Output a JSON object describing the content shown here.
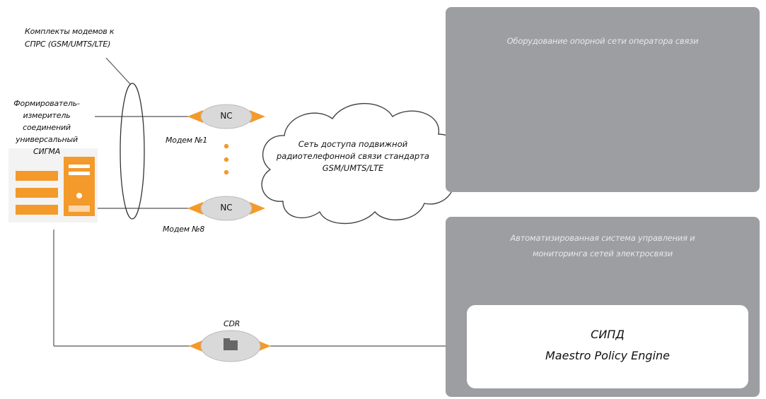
{
  "modem_kits_label": [
    "Комплекты модемов к",
    "СПРС (GSM/UMTS/LTE)"
  ],
  "sigma_label": [
    "Формирователь-",
    "измеритель",
    "соединений",
    "универсальный",
    "СИГМА"
  ],
  "modem_first_label": "Модем №1",
  "modem_last_label": "Модем №8",
  "modem_badge": "NC",
  "cloud_text": [
    "Сеть доступа подвижной",
    "радиотелефонной связи стандарта",
    "GSM/UMTS/LTE"
  ],
  "core_panel_title": "Оборудование опорной сети оператора связи",
  "asu_panel_title": [
    "Автоматизированная система управления и",
    "мониторинга сетей электросвязи"
  ],
  "cdr_label": "CDR",
  "sipd_title": "СИПД",
  "sipd_subtitle": "Maestro Policy Engine",
  "colors": {
    "accent": "#f39a2b",
    "panel": "#9c9ea2",
    "node": "#d9d9d9",
    "line": "#555555"
  }
}
